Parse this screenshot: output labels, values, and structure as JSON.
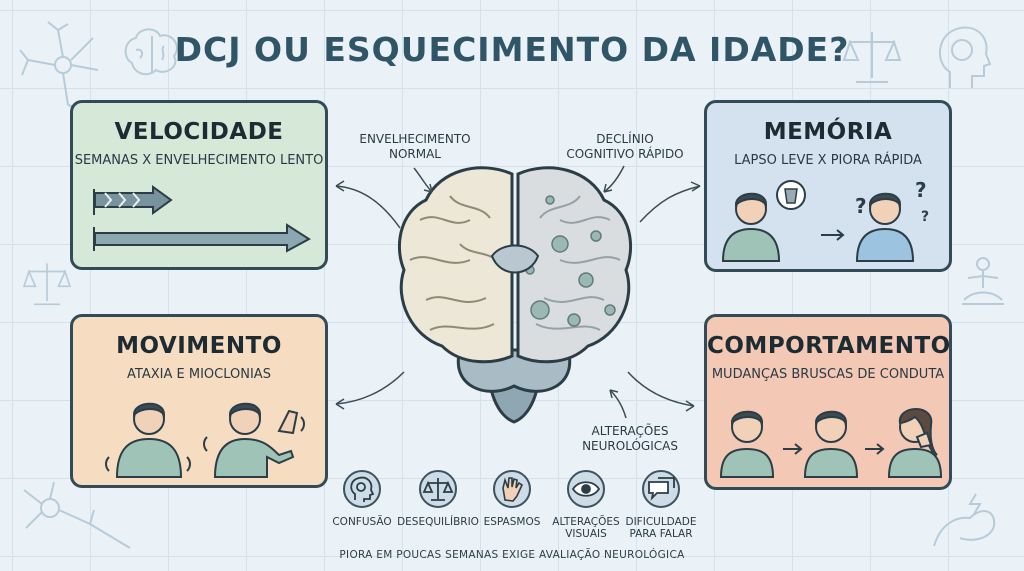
{
  "title": "DCJ OU ESQUECIMENTO DA IDADE?",
  "panels": {
    "velocidade": {
      "heading": "VELOCIDADE",
      "subtitle": "SEMANAS X ENVELHECIMENTO LENTO"
    },
    "memoria": {
      "heading": "MEMÓRIA",
      "subtitle": "LAPSO LEVE X PIORA RÁPIDA"
    },
    "movimento": {
      "heading": "MOVIMENTO",
      "subtitle": "ATAXIA E MIOCLONIAS"
    },
    "comportamento": {
      "heading": "COMPORTAMENTO",
      "subtitle": "MUDANÇAS BRUSCAS DE CONDUTA"
    }
  },
  "brain_labels": {
    "normal_line1": "ENVELHECIMENTO",
    "normal_line2": "NORMAL",
    "decline_line1": "DECLÍNIO",
    "decline_line2": "COGNITIVO RÁPIDO",
    "neuro_line1": "ALTERAÇÕES",
    "neuro_line2": "NEUROLÓGICAS"
  },
  "symptoms": [
    {
      "icon": "head-gear-icon",
      "line1": "CONFUSÃO",
      "line2": ""
    },
    {
      "icon": "scales-icon",
      "line1": "DESEQUILÍBRIO",
      "line2": ""
    },
    {
      "icon": "hand-icon",
      "line1": "ESPASMOS",
      "line2": ""
    },
    {
      "icon": "eye-icon",
      "line1": "ALTERAÇÕES",
      "line2": "VISUAIS"
    },
    {
      "icon": "speech-bubble-icon",
      "line1": "DIFICULDADE",
      "line2": "PARA FALAR"
    }
  ],
  "footer": "PIORA EM POUCAS SEMANAS EXIGE AVALIAÇÃO NEUROLÓGICA",
  "colors": {
    "background": "#eaf2f7",
    "title": "#2f5566",
    "velocidade": "#d6e8d8",
    "memoria": "#d4e2ef",
    "movimento": "#f6dcc1",
    "comportamento": "#f3c8b5",
    "outline": "#334a57"
  }
}
